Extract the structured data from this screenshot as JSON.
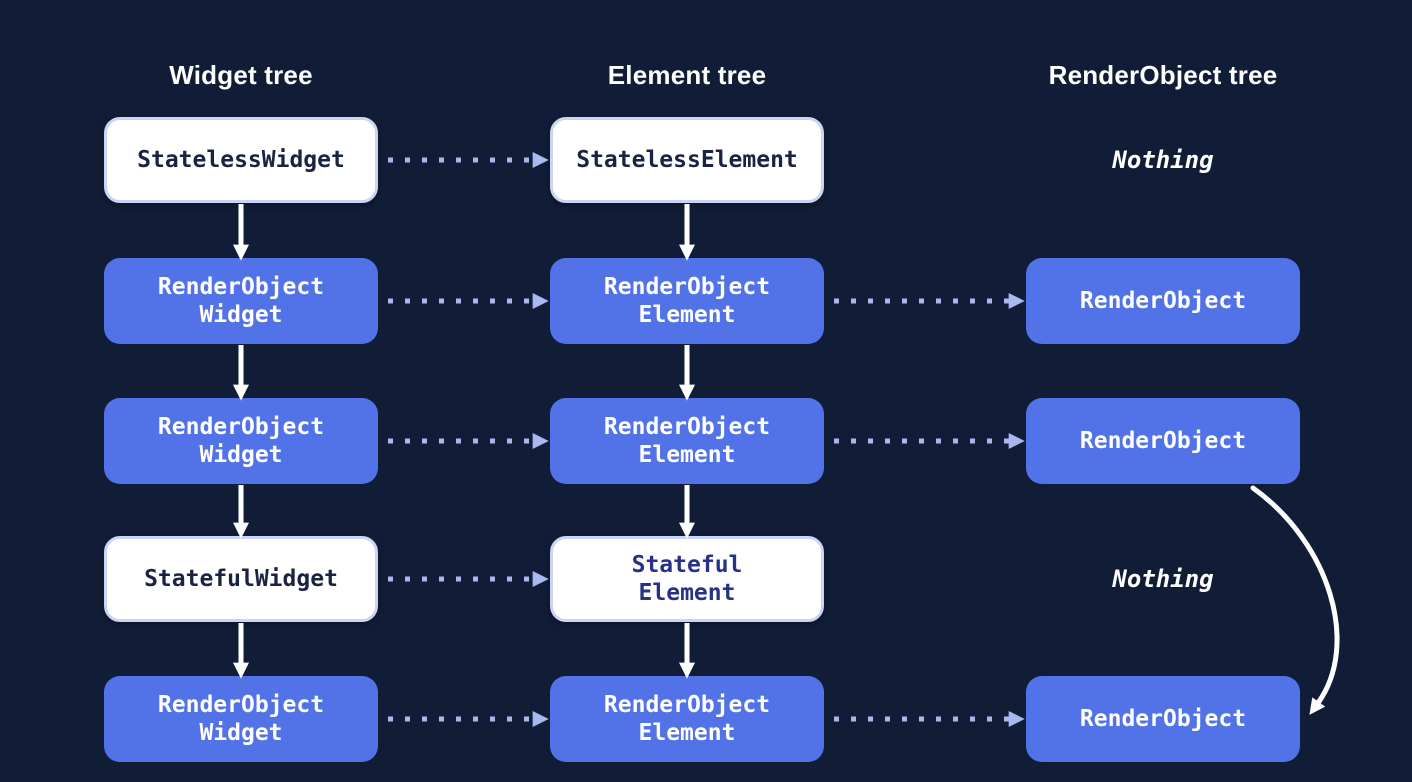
{
  "colors": {
    "background": "#111c36",
    "box_blue": "#5272e8",
    "box_white": "#ffffff",
    "white_box_border": "#c9d4f6",
    "text_on_blue": "#ffffff",
    "text_navy": "#1b2342",
    "text_indigo": "#263187",
    "solid_arrow": "#ffffff",
    "dotted_arrow": "#aab8f0"
  },
  "columns": [
    {
      "title": "Widget tree",
      "nodes": [
        {
          "label": "StatelessWidget",
          "variant": "white"
        },
        {
          "label": "RenderObject\nWidget",
          "variant": "blue"
        },
        {
          "label": "RenderObject\nWidget",
          "variant": "blue"
        },
        {
          "label": "StatefulWidget",
          "variant": "white"
        },
        {
          "label": "RenderObject\nWidget",
          "variant": "blue"
        }
      ]
    },
    {
      "title": "Element tree",
      "nodes": [
        {
          "label": "StatelessElement",
          "variant": "white"
        },
        {
          "label": "RenderObject\nElement",
          "variant": "blue"
        },
        {
          "label": "RenderObject\nElement",
          "variant": "blue"
        },
        {
          "label": "Stateful\nElement",
          "variant": "white-indigo"
        },
        {
          "label": "RenderObject\nElement",
          "variant": "blue"
        }
      ]
    },
    {
      "title": "RenderObject tree",
      "nodes": [
        {
          "label": "Nothing",
          "variant": "none"
        },
        {
          "label": "RenderObject",
          "variant": "blue"
        },
        {
          "label": "RenderObject",
          "variant": "blue"
        },
        {
          "label": "Nothing",
          "variant": "none"
        },
        {
          "label": "RenderObject",
          "variant": "blue"
        }
      ]
    }
  ]
}
